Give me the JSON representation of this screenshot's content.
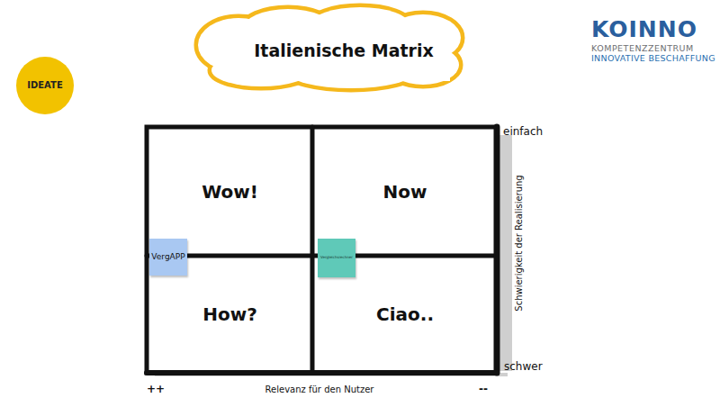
{
  "diagram": {
    "title": "Italienische Matrix",
    "nodes": [
      {
        "text": [
          "IDEATE"
        ]
      },
      {
        "text": [
          "Wow!"
        ]
      },
      {
        "text": [
          "Now"
        ]
      },
      {
        "text": [
          "How?"
        ]
      },
      {
        "text": [
          "Ciao.."
        ]
      },
      {
        "text": [
          "VergAPP"
        ]
      },
      {
        "text": [
          "Vergleichsrechner"
        ]
      }
    ],
    "labels": [
      "KOINNO",
      "KOMPETENZZENTRUM",
      "INNOVATIVE BESCHAFFUNG",
      "einfach",
      "Schwierigkeit der Realisierung",
      "schwer",
      "++",
      "Relevanz für den Nutzer",
      "--"
    ]
  }
}
